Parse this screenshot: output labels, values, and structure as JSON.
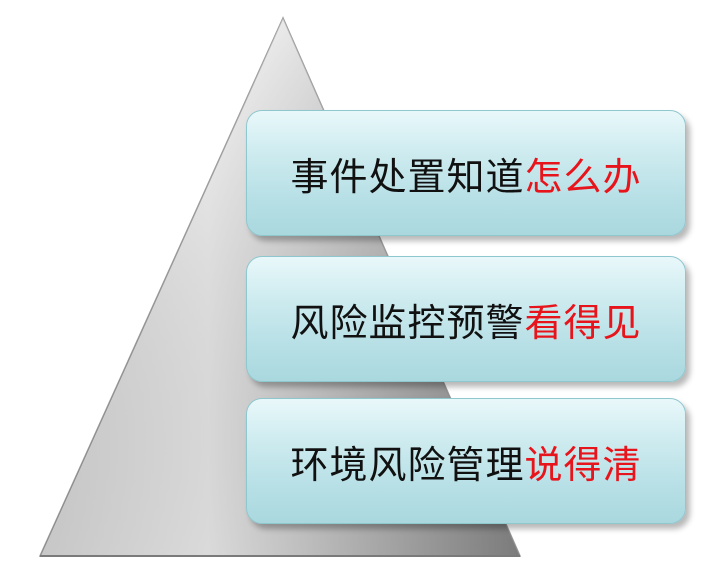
{
  "colors": {
    "text": "#111111",
    "accent": "#e8141b",
    "box_fill": "#b7e0e6",
    "box_border": "#8fc7cf",
    "pyramid_light": "#f7f7f7",
    "pyramid_dark": "#8c8c8c"
  },
  "tiers": [
    {
      "prefix": "事件处置知道",
      "emphasis": "怎么办"
    },
    {
      "prefix": "风险监控预警",
      "emphasis": "看得见"
    },
    {
      "prefix": "环境风险管理",
      "emphasis": "说得清"
    }
  ]
}
